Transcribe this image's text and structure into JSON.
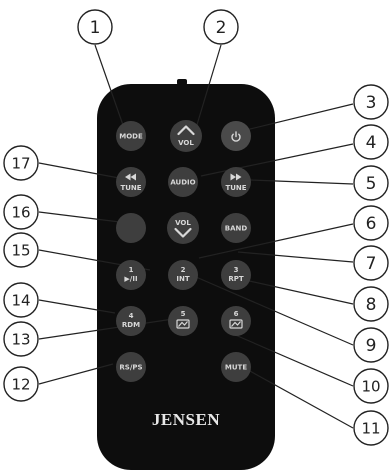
{
  "brand": "JENSEN",
  "callouts": [
    "1",
    "2",
    "3",
    "4",
    "5",
    "6",
    "7",
    "8",
    "9",
    "10",
    "11",
    "12",
    "13",
    "14",
    "15",
    "16",
    "17"
  ],
  "buttons": {
    "mode": "MODE",
    "vol_up": "VOL",
    "audio": "AUDIO",
    "prev_tune": "TUNE",
    "next_tune": "TUNE",
    "vol_down": "VOL",
    "band": "BAND",
    "play_pause_digit": "1",
    "play_pause": "▶/II",
    "int_digit": "2",
    "int": "INT",
    "rpt_digit": "3",
    "rpt": "RPT",
    "rdm_digit": "4",
    "rdm": "RDM",
    "five": "5",
    "six": "6",
    "rsps": "RS/PS",
    "mute": "MUTE"
  },
  "colors": {
    "remote_body": "#0d0d0d",
    "button": "#3e3e3e",
    "power_button": "#4a4a4a",
    "button_text": "#d8d8d8",
    "brand_text": "#e8e8e8",
    "callout_line": "#222222"
  }
}
